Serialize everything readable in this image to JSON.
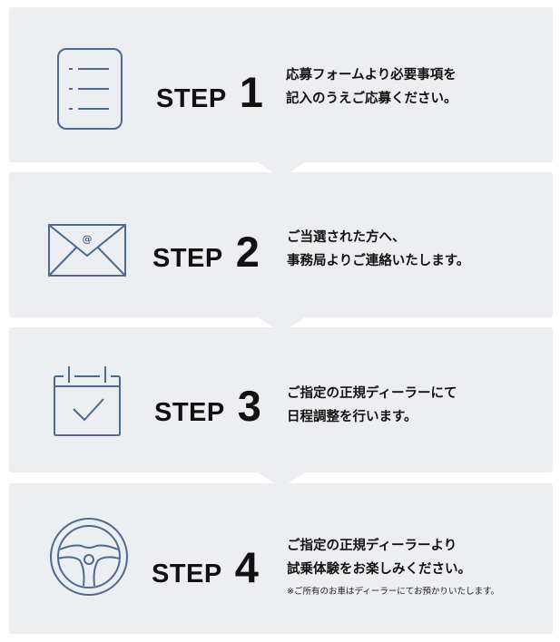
{
  "steps": [
    {
      "step_word": "STEP",
      "number": "1",
      "lines": [
        "応募フォームより必要事項を",
        "記入のうえご応募ください。"
      ],
      "icon": "form-document-icon"
    },
    {
      "step_word": "STEP",
      "number": "2",
      "lines": [
        "ご当選された方へ、",
        "事務局よりご連絡いたします。"
      ],
      "icon": "mail-envelope-icon"
    },
    {
      "step_word": "STEP",
      "number": "3",
      "lines": [
        "ご指定の正規ディーラーにて",
        "日程調整を行います。"
      ],
      "icon": "calendar-check-icon"
    },
    {
      "step_word": "STEP",
      "number": "4",
      "lines": [
        "ご指定の正規ディーラーより",
        "試乗体験をお楽しみください。"
      ],
      "note": "※ご所有のお車はディーラーにてお預かりいたします。",
      "icon": "steering-wheel-icon"
    }
  ],
  "colors": {
    "card_background": "#eceef1",
    "icon_stroke": "#4d6a91",
    "text": "#111111"
  }
}
